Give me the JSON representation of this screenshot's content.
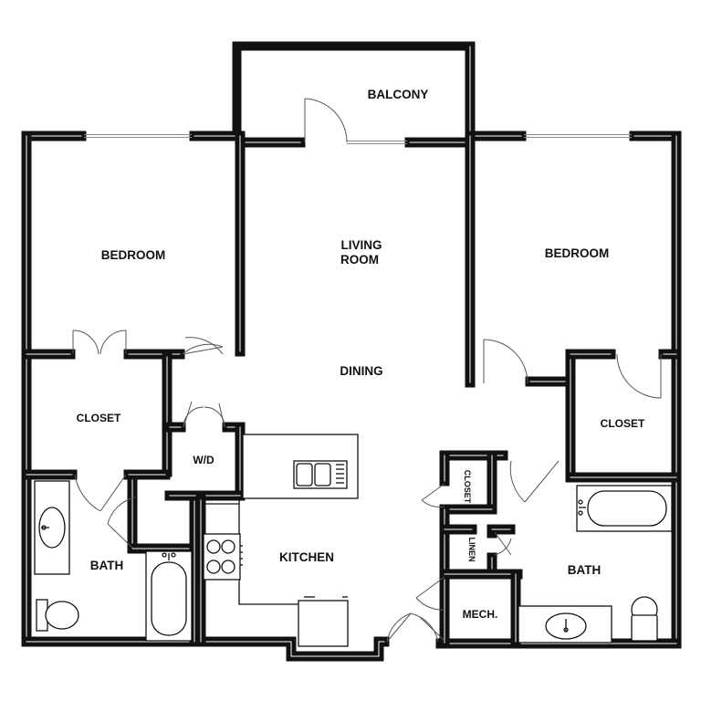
{
  "floorplan": {
    "rooms": {
      "balcony": "BALCONY",
      "living": "LIVING",
      "room": "ROOM",
      "dining": "DINING",
      "bedroom_left": "BEDROOM",
      "bedroom_right": "BEDROOM",
      "closet_left": "CLOSET",
      "closet_right": "CLOSET",
      "wd": "W/D",
      "bath_left": "BATH",
      "bath_right": "BATH",
      "kitchen": "KITCHEN",
      "hall_closet": "CLOSET",
      "linen": "LINEN",
      "mech": "MECH."
    },
    "colors": {
      "wall": "#111111",
      "background": "#ffffff",
      "window": "#8a8a8a"
    }
  }
}
